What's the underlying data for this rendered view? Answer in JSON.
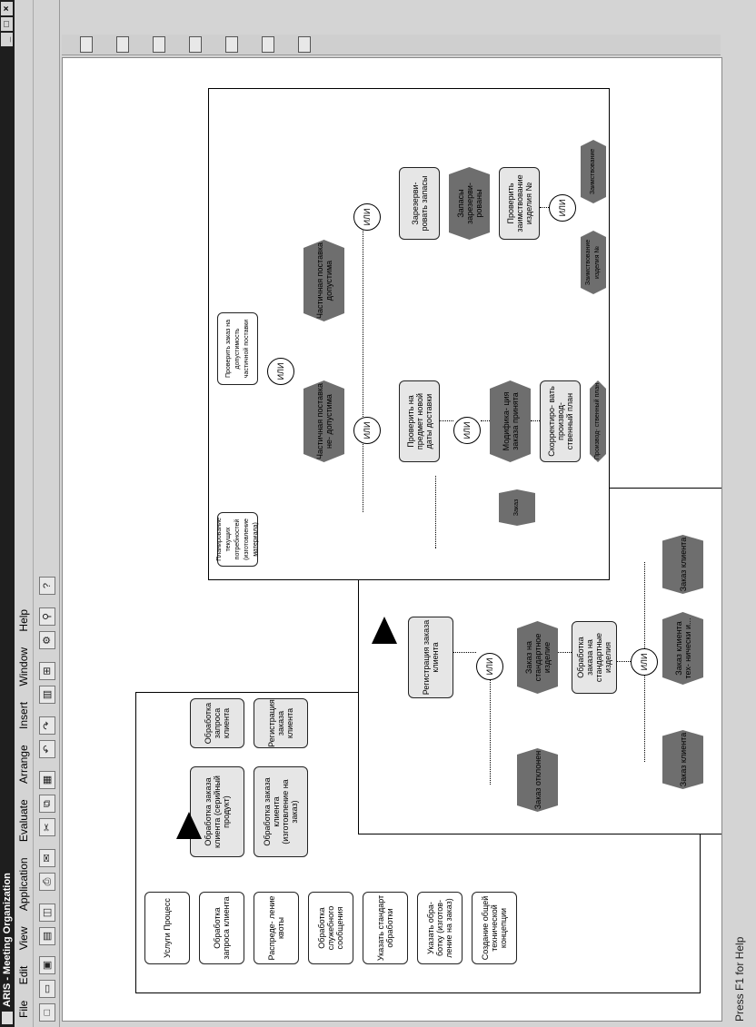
{
  "window": {
    "title": "ARIS - Meeting Organization",
    "controls": [
      "_",
      "□",
      "×"
    ]
  },
  "menu": [
    "File",
    "Edit",
    "View",
    "Application",
    "Evaluate",
    "Arrange",
    "Insert",
    "Window",
    "Help"
  ],
  "toolbar_icons": [
    "new-icon",
    "open-icon",
    "save-icon",
    "print-icon",
    "preview-icon",
    "cut-icon",
    "copy-icon",
    "paste-icon",
    "undo-icon",
    "redo-icon",
    "properties-icon",
    "layout-icon",
    "zoom-icon",
    "help-icon"
  ],
  "status": "Press F1 for Help",
  "diagram": {
    "left_panel_items": [
      "Услуги Процесс",
      "Обработка запроса клиента",
      "Распреде- ление квоты",
      "Обработка служебного сообщения",
      "Указать стандарт обработки",
      "Указать обра- ботку (изготов- ление на заказ)",
      "Создание общей технической концепции"
    ],
    "mid_panel": {
      "top_left": "Обработка заказа клиента (серийный продукт)",
      "top_right": "Обработка заказа клиента (изготовление на заказ)",
      "bottom_left": "Обработка запроса клиента",
      "bottom_right": "Регистрация заказа клиента"
    },
    "process": {
      "register": "Регистрация заказа клиента",
      "or": "ИЛИ",
      "order_rejected": "Заказ отклонен",
      "standard_item": "Заказ на стандартное изделие",
      "process_standard": "Обработка заказа на стандартные изделия",
      "order_tech": "Заказ клиента тех- нически и...",
      "order_client_a": "Заказ клиента",
      "order_client_b": "Заказ клиента"
    },
    "right_panel": {
      "planning": "Планирование текущих потребностей (изготовление материала)",
      "check_partial": "Проверить заказ на допустимость частичной поставки",
      "partial_no": "Частичная поставка не- допустима",
      "partial_yes": "Частичная поставка допустима",
      "check_new_date": "Проверить на предмет новой даты доставки",
      "reserve": "Зарезерви- ровать запасы",
      "reserved": "Запасы зарезерви- рованы",
      "check_borrow": "Проверить заимствование изделия №",
      "modified": "Модифика- ция заказа принята",
      "correct_plan": "Скорректиро- вать производ- ственный план",
      "prod_plan": "Производ- ственный план",
      "borrow_item": "Заимствование изделия №",
      "borrow": "Заимствование",
      "order_cut": "Заказ"
    }
  }
}
